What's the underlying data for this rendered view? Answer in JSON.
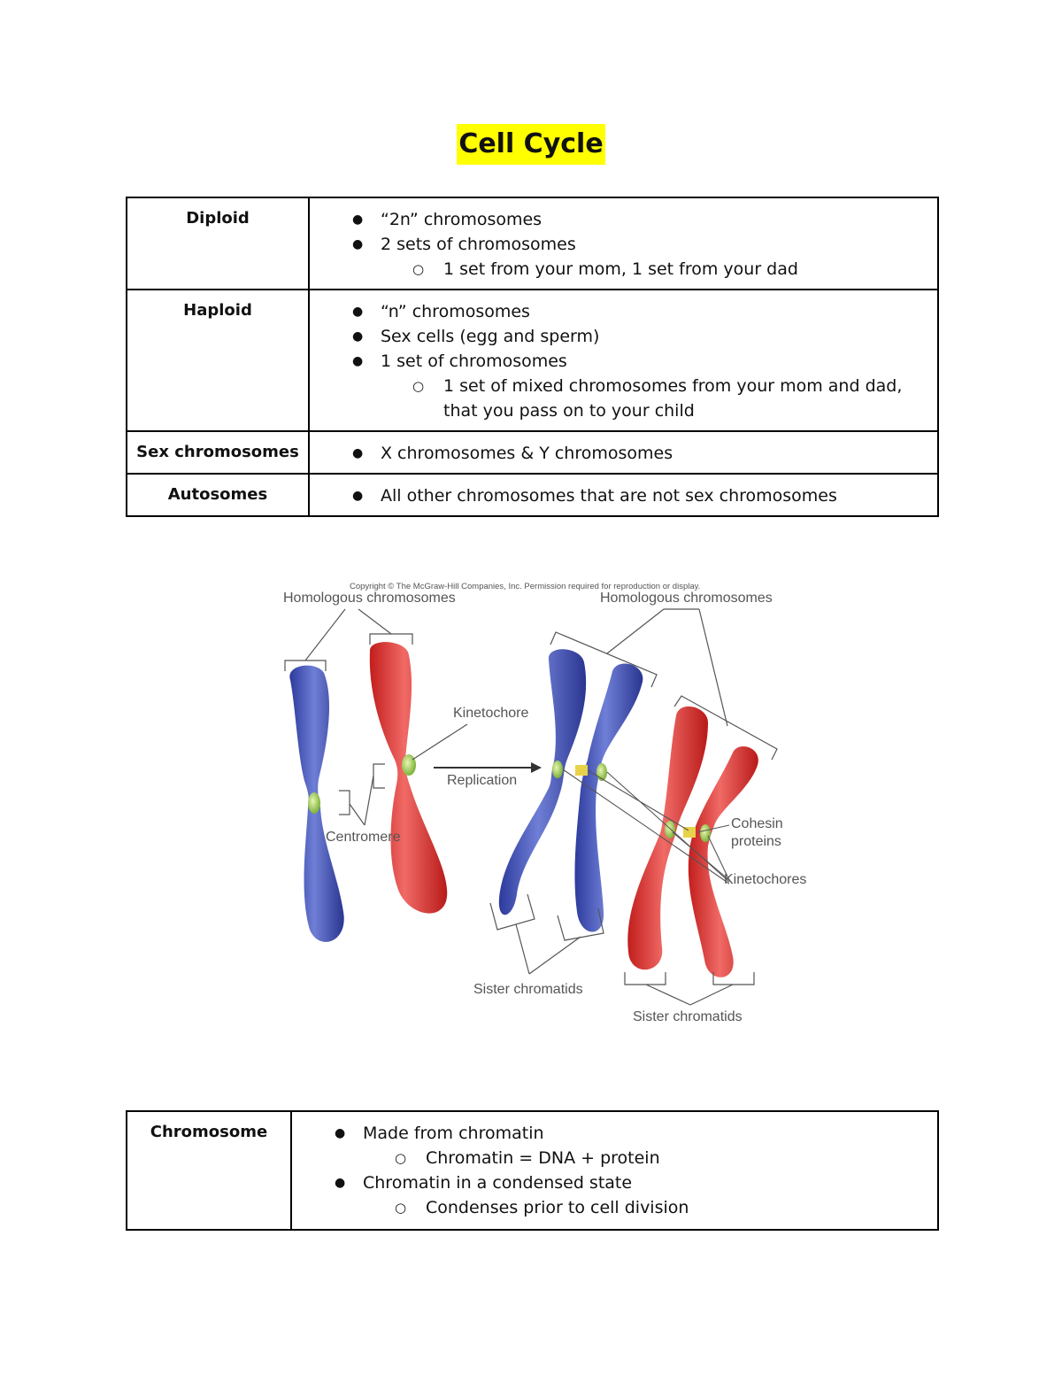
{
  "title": "Cell Cycle",
  "table1": {
    "rows": [
      {
        "term": "Diploid",
        "bullets": [
          {
            "text": "“2n” chromosomes",
            "sub": []
          },
          {
            "text": "2 sets of chromosomes",
            "sub": [
              "1 set from your mom, 1 set from your dad"
            ]
          }
        ]
      },
      {
        "term": "Haploid",
        "bullets": [
          {
            "text": "“n” chromosomes",
            "sub": []
          },
          {
            "text": "Sex cells (egg and sperm)",
            "sub": []
          },
          {
            "text": "1 set of chromosomes",
            "sub": [
              "1 set of mixed chromosomes from your mom and dad, that you pass on to your child"
            ]
          }
        ]
      },
      {
        "term": "Sex chromosomes",
        "bullets": [
          {
            "text": "X chromosomes & Y chromosomes",
            "sub": []
          }
        ]
      },
      {
        "term": "Autosomes",
        "bullets": [
          {
            "text": "All other chromosomes that are not sex chromosomes",
            "sub": []
          }
        ]
      }
    ]
  },
  "figure": {
    "copyright": "Copyright © The McGraw-Hill Companies, Inc. Permission required for reproduction or display.",
    "homologous_left": "Homologous chromosomes",
    "homologous_right": "Homologous chromosomes",
    "kinetochore": "Kinetochore",
    "replication": "Replication",
    "centromere": "Centromere",
    "cohesin_line1": "Cohesin",
    "cohesin_line2": "proteins",
    "kinetochores": "Kinetochores",
    "sister_left": "Sister chromatids",
    "sister_right": "Sister chromatids",
    "colors": {
      "maternal": "#3e4fb8",
      "paternal": "#e0302e",
      "kinetochore": "#9fcf5a",
      "cohesin": "#e8d24a"
    }
  },
  "table2": {
    "rows": [
      {
        "term": "Chromosome",
        "bullets": [
          {
            "text": "Made from chromatin",
            "sub": [
              "Chromatin = DNA + protein"
            ]
          },
          {
            "text": "Chromatin in a condensed state",
            "sub": [
              "Condenses prior to cell division"
            ]
          }
        ]
      }
    ]
  }
}
